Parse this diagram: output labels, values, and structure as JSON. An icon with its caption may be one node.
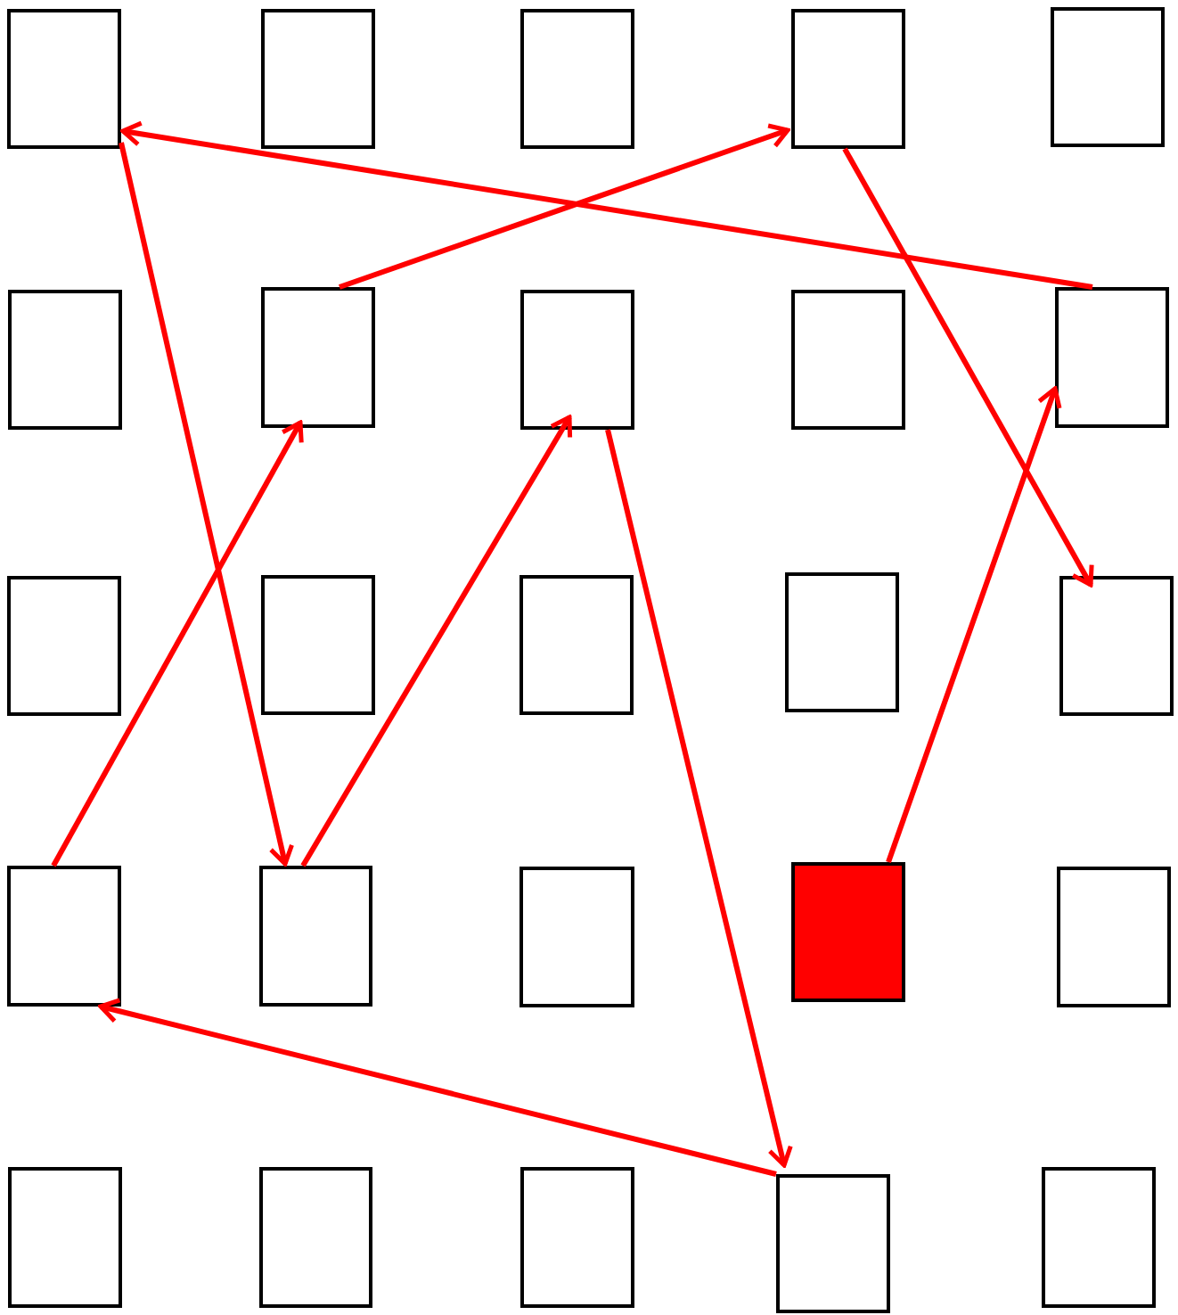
{
  "diagram": {
    "nodes": [
      {
        "text": [],
        "shape": "box"
      },
      {
        "text": [],
        "shape": "box"
      },
      {
        "text": [],
        "shape": "box"
      },
      {
        "text": [],
        "shape": "box"
      },
      {
        "text": [],
        "shape": "box"
      },
      {
        "text": [],
        "shape": "box"
      },
      {
        "text": [],
        "shape": "box"
      },
      {
        "text": [],
        "shape": "box"
      },
      {
        "text": [],
        "shape": "box"
      },
      {
        "text": [],
        "shape": "box"
      },
      {
        "text": [],
        "shape": "box"
      },
      {
        "text": [],
        "shape": "box"
      },
      {
        "text": [],
        "shape": "box"
      },
      {
        "text": [],
        "shape": "box"
      },
      {
        "text": [],
        "shape": "box"
      },
      {
        "text": [],
        "shape": "box"
      },
      {
        "text": [],
        "shape": "box"
      },
      {
        "text": [],
        "shape": "box"
      },
      {
        "text": [],
        "shape": "box"
      },
      {
        "text": [],
        "shape": "box"
      },
      {
        "text": [],
        "shape": "box"
      },
      {
        "text": [],
        "shape": "box"
      },
      {
        "text": [],
        "shape": "box"
      },
      {
        "text": [],
        "shape": "box"
      },
      {
        "text": [],
        "shape": "box"
      }
    ],
    "edges": [
      {
        "from": 9,
        "to": 0,
        "arrow": "to"
      },
      {
        "from": 0,
        "to": 16,
        "arrow": "to"
      },
      {
        "from": 6,
        "to": 3,
        "arrow": "to"
      },
      {
        "from": 3,
        "to": 14,
        "arrow": "to"
      },
      {
        "from": 15,
        "to": 6,
        "arrow": "to"
      },
      {
        "from": 16,
        "to": 7,
        "arrow": "to"
      },
      {
        "from": 7,
        "to": 23,
        "arrow": "to"
      },
      {
        "from": 23,
        "to": 15,
        "arrow": "to"
      },
      {
        "from": 18,
        "to": 9,
        "arrow": "to"
      }
    ]
  }
}
